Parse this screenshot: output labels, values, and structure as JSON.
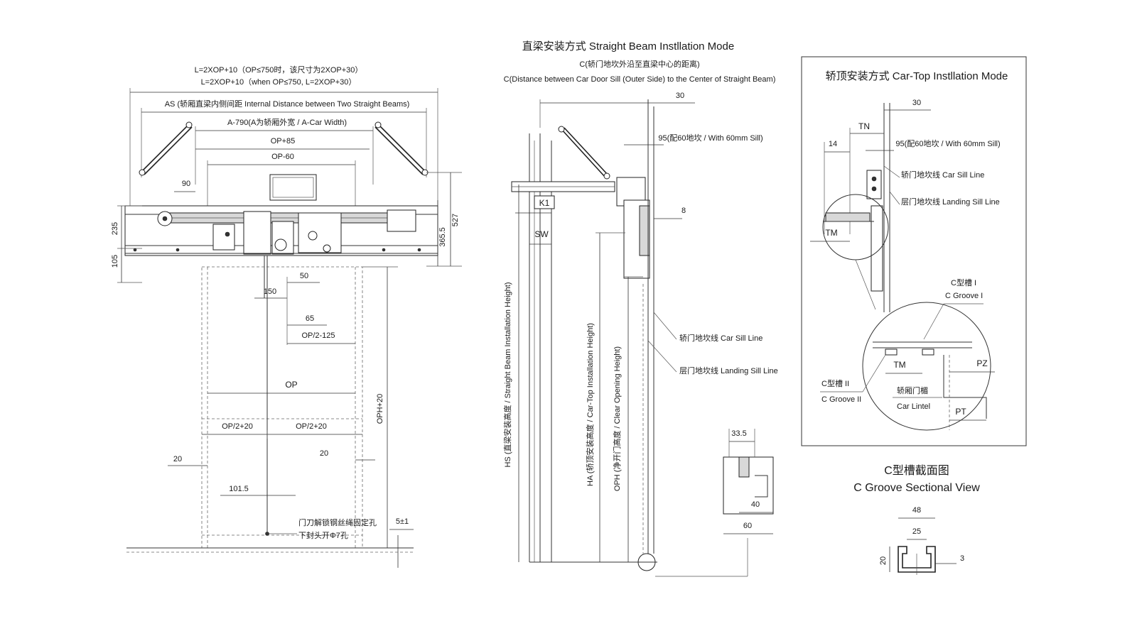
{
  "front_view": {
    "formula_line1": "L=2XOP+10（OP≤750时，该尺寸为2XOP+30）",
    "formula_line2": "L=2XOP+10（when OP≤750, L=2XOP+30）",
    "as_label": "AS (轿厢直梁内侧间距 Internal Distance between Two Straight Beams)",
    "a790_label": "A-790(A为轿厢外宽 / A-Car Width)",
    "op85": "OP+85",
    "op60": "OP-60",
    "d90": "90",
    "d235": "235",
    "d105": "105",
    "d527": "527",
    "d3655": "365.5",
    "d50": "50",
    "d150": "150",
    "d65": "65",
    "op2_125": "OP/2-125",
    "op": "OP",
    "oph20": "OPH+20",
    "op2_20_left": "OP/2+20",
    "op2_20_right": "OP/2+20",
    "d20_left": "20",
    "d20_right": "20",
    "d1015": "101.5",
    "note_line1": "门刀解锁钢丝绳固定孔",
    "note_line2": "下封头开Φ7孔",
    "d5pm1": "5±1"
  },
  "straight_beam_view": {
    "title": "直梁安装方式 Straight Beam Instllation Mode",
    "c_cn": "C(轿门地坎外沿至直梁中心的距离)",
    "c_en": "C(Distance between Car Door Sill (Outer Side) to the Center of Straight Beam)",
    "d30": "30",
    "d95": "95(配60地坎 / With 60mm Sill)",
    "k1": "K1",
    "sw": "SW",
    "d8": "8",
    "hs": "HS (直梁安装高度 / Straight Beam Installation Height)",
    "ha": "HA (轿顶安装高度 / Car-Top Installation Height)",
    "oph": "OPH (净开门高度 / Clear Opening Height)",
    "car_sill": "轿门地坎线  Car Sill Line",
    "landing_sill": "层门地坎线  Landing Sill Line",
    "d335": "33.5",
    "d40": "40",
    "d60": "60"
  },
  "car_top_view": {
    "title": "轿顶安装方式 Car-Top Instllation Mode",
    "d30": "30",
    "tn": "TN",
    "d14": "14",
    "d95": "95(配60地坎 / With 60mm Sill)",
    "car_sill": "轿门地坎线  Car Sill Line",
    "landing_sill": "层门地坎线  Landing Sill Line",
    "tm_top": "TM",
    "c_groove1_cn": "C型槽 I",
    "c_groove1_en": "C Groove I",
    "tm_detail": "TM",
    "pz": "PZ",
    "c_groove2_cn": "C型槽 II",
    "c_groove2_en": "C Groove II",
    "lintel_cn": "轿厢门楣",
    "lintel_en": "Car Lintel",
    "pt": "PT"
  },
  "section_view": {
    "title_cn": "C型槽截面图",
    "title_en": "C Groove Sectional View",
    "d48": "48",
    "d25": "25",
    "d3": "3",
    "d20": "20"
  }
}
